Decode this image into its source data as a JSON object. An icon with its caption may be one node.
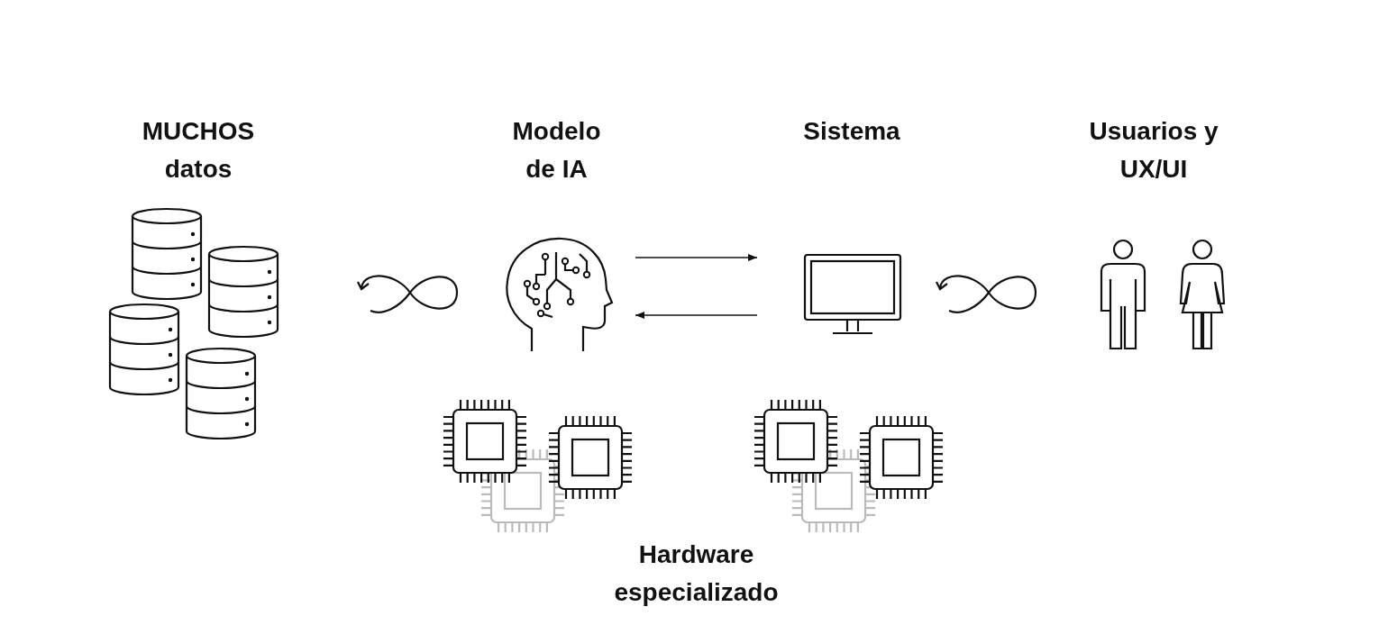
{
  "diagram": {
    "nodes": [
      {
        "text": [
          "MUCHOS datos"
        ]
      },
      {
        "text": [
          "Modelo de IA"
        ]
      },
      {
        "text": [
          "Sistema"
        ]
      },
      {
        "text": [
          "Usuarios y UX/UI"
        ]
      },
      {
        "text": [
          "Hardware especializado"
        ]
      }
    ],
    "edges": [
      {
        "from": 1,
        "to": 2,
        "arrow": "to"
      },
      {
        "from": 2,
        "to": 1,
        "arrow": "to"
      }
    ]
  }
}
